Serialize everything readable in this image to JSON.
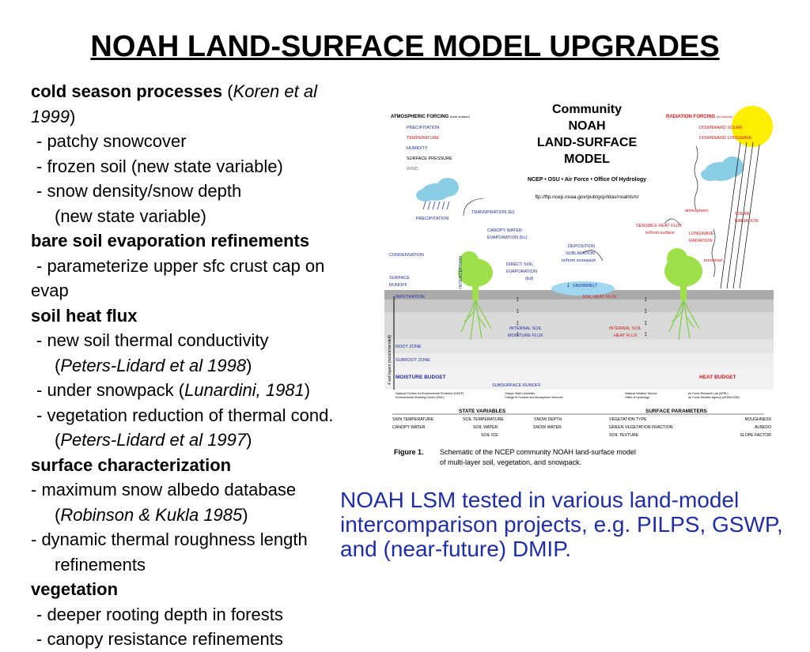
{
  "slide": {
    "title": "NOAH LAND-SURFACE MODEL UPGRADES",
    "note": [
      "NOAH LSM tested in various land-model",
      "intercomparison projects, e.g. PILPS, GSWP,",
      "and (near-future) DMIP."
    ]
  },
  "bullets": {
    "cold": {
      "heading": "cold season processes",
      "cite_open": " (",
      "cite": "Koren et al",
      "cite_year": "1999",
      "cite_close": ")",
      "items": [
        "- patchy snowcover",
        "- frozen soil (new state variable)",
        "- snow density/snow depth",
        "(new state variable)"
      ]
    },
    "bare": {
      "heading": "bare soil evaporation refinements",
      "items": [
        "- parameterize upper sfc crust cap on",
        "evap"
      ]
    },
    "heat": {
      "heading": "soil heat flux",
      "i1": "- new soil thermal conductivity",
      "i2_cite": "Peters-Lidard et al 1998",
      "i3_pre": "- under snowpack (",
      "i3_cite": "Lunardini, 1981",
      "i3_post": ")",
      "i4": "- vegetation reduction of thermal cond.",
      "i5_cite": "Peters-Lidard et al 1997"
    },
    "surf": {
      "heading": "surface characterization",
      "i1": "- maximum snow albedo database",
      "i2_cite": "Robinson & Kukla 1985",
      "i3": "- dynamic thermal roughness length",
      "i4": "refinements"
    },
    "veg": {
      "heading": "vegetation",
      "i1": "- deeper rooting depth in forests",
      "i2": "- canopy resistance refinements"
    }
  },
  "figure": {
    "title": [
      "Community",
      "NOAH",
      "LAND-SURFACE",
      "MODEL"
    ],
    "agencies": "NCEP • OSU • Air Force • Office Of Hydrology",
    "ftp": "ftp://ftp.ncep.noaa.gov/pub/gcp/ldas/noahlsm/",
    "atm_forcing": "ATMOSPHERIC FORCING",
    "atm_forcing_sub": "(near surface)",
    "atm_items": [
      "PRECIPITATION",
      "TEMPERATURE",
      "HUMIDITY",
      "SURFACE PRESSURE",
      "WIND"
    ],
    "rad_forcing": "RADIATION FORCING",
    "rad_forcing_sub": "(at surface)",
    "rad_items": [
      "DOWNWARD SOLAR",
      "DOWNWARD LONGWAVE"
    ],
    "labels": {
      "precipitation": "PRECIPITATION",
      "transpiration": "TRANSPIRATION (Et)",
      "canopy_evap": [
        "CANOPY WATER",
        "EVAPORATION (Ec)"
      ],
      "condensation": "CONDENSATION",
      "interception": "INTERCEPTION",
      "surface_runoff": [
        "SURFACE",
        "RUNOFF"
      ],
      "direct_soil": [
        "DIRECT SOIL",
        "EVAPORATION",
        "(Ed)"
      ],
      "deposition": [
        "DEPOSITION",
        "SUBLIMATION",
        "to/from snowpack"
      ],
      "sensible": [
        "SENSIBLE HEAT FLUX",
        "to/from surface"
      ],
      "atmospheric": "atmospheric",
      "longwave": [
        "LONGWAVE",
        "RADIATION"
      ],
      "terrestrial": "terrestrial",
      "solar": [
        "SOLAR",
        "RADIATION"
      ],
      "snowmelt": "SNOWMELT",
      "infiltration": "INFILTRATION",
      "soil_heat_flux": "SOIL HEAT FLUX",
      "internal_moisture": [
        "INTERNAL SOIL",
        "MOISTURE FLUX"
      ],
      "internal_heat": [
        "INTERNAL SOIL",
        "HEAT FLUX"
      ],
      "root_zone": "ROOT ZONE",
      "subroot_zone": "SUBROOT ZONE",
      "moisture_budget": "MOISTURE BUDGET",
      "subsurface_runoff": "SUBSURFACE RUNOFF",
      "heat_budget": "HEAT BUDGET",
      "layers_axis": "4 soil layers (recommended)"
    },
    "partners": [
      [
        "National Centers for Environmental Prediction (NCEP)",
        "Environmental Modeling Center (EMC)"
      ],
      [
        "Oregon State University",
        "College of Oceanic and Atmospheric Sciences"
      ],
      [
        "National Weather Service",
        "Office of Hydrology"
      ],
      [
        "Air Force Research Lab (AFRL)",
        "Air Force Weather Agency (AFWA/XOM)"
      ]
    ],
    "state_title": "STATE VARIABLES",
    "state_col1": [
      "SKIN TEMPERATURE",
      "CANOPY WATER"
    ],
    "state_col2": [
      "SOIL TEMPERATURE",
      "SOIL WATER",
      "SOIL ICE"
    ],
    "state_col3": [
      "SNOW DEPTH",
      "SNOW WATER"
    ],
    "param_title": "SURFACE PARAMETERS",
    "param_col1": [
      "VEGETATION TYPE",
      "GREEN VEGETATION FRACTION",
      "SOIL TEXTURE"
    ],
    "param_col2": [
      "ROUGHNESS",
      "ALBEDO",
      "SLOPE FACTOR"
    ],
    "caption_label": "Figure 1.",
    "caption": [
      "Schematic of the NCEP community NOAH land-surface model",
      "of multi-layer soil, vegetation, and snowpack."
    ]
  }
}
